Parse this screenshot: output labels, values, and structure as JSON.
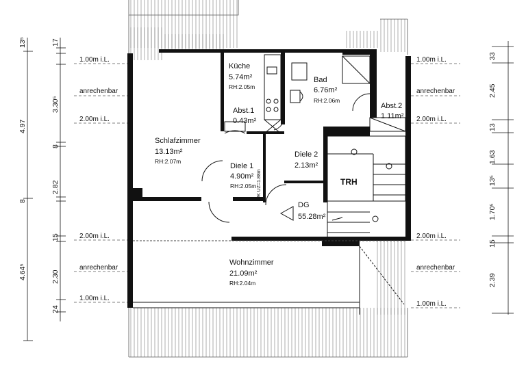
{
  "rooms": {
    "schlafzimmer": {
      "name": "Schlafzimmer",
      "area": "13.13m²",
      "rh": "RH:2.07m"
    },
    "kueche": {
      "name": "Küche",
      "area": "5.74m²",
      "rh": "RH:2.05m"
    },
    "bad": {
      "name": "Bad",
      "area": "6.76m²",
      "rh": "RH:2.06m"
    },
    "abst1": {
      "name": "Abst.1",
      "area": "0.43m²"
    },
    "abst2": {
      "name": "Abst.2",
      "area": "1.11m²"
    },
    "diele1": {
      "name": "Diele 1",
      "area": "4.90m²",
      "rh": "RH:2.05m"
    },
    "diele2": {
      "name": "Diele 2",
      "area": "2.13m²"
    },
    "trh": {
      "name": "TRH"
    },
    "dg": {
      "name": "DG",
      "area": "55.28m²"
    },
    "wohnzimmer": {
      "name": "Wohnzimmer",
      "area": "21.09m²",
      "rh": "RH:2.04m"
    }
  },
  "ukuz": "UK UZ=1.88m",
  "level_labels": {
    "left": [
      "1.00m i.L.",
      "anrechenbar",
      "2.00m i.L.",
      "2.00m i.L.",
      "anrechenbar",
      "1.00m i.L."
    ],
    "right": [
      "1.00m i.L.",
      "anrechenbar",
      "2.00m i.L.",
      "2.00m i.L.",
      "anrechenbar",
      "1.00m i.L."
    ]
  },
  "dims_left_outer": [
    "4.97",
    "4.64⁵"
  ],
  "dims_left_inner": [
    "13⁵",
    "17",
    "3.30⁵",
    "8",
    "2.82",
    "8",
    "15",
    "2.30",
    "24"
  ],
  "dims_right": [
    "33",
    "2.45",
    "13",
    "1.63",
    "13⁵",
    "1.70⁵",
    "15",
    "2.39"
  ]
}
